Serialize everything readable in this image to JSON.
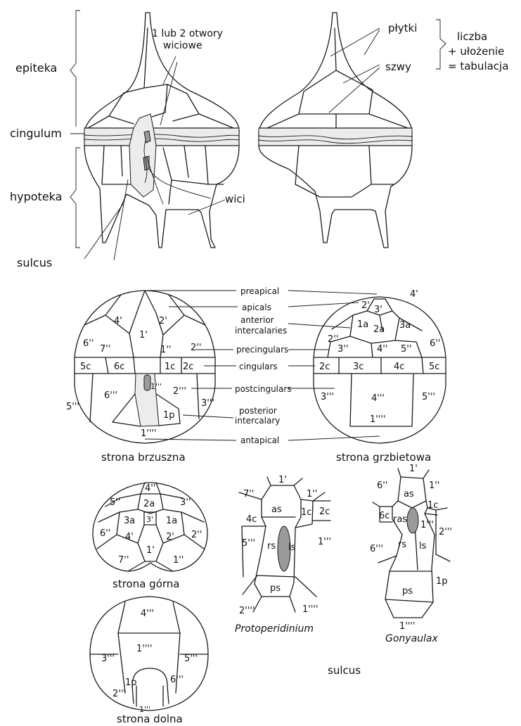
{
  "labels": {
    "epiteka": "epiteka",
    "cingulum": "cingulum",
    "hypoteka": "hypoteka",
    "sulcus_left": "sulcus",
    "otwory_1": "1 lub 2 otwory",
    "otwory_2": "wiciowe",
    "wici": "wici",
    "plytki": "płytki",
    "szwy": "szwy",
    "tab_1": "liczba",
    "tab_2": "+ ułożenie",
    "tab_3": "= tabulacja"
  },
  "terms": [
    "preapical",
    "apicals",
    "anterior",
    "intercalaries",
    "precingulars",
    "cingulars",
    "postcingulars",
    "posterior",
    "intercalary",
    "antapical"
  ],
  "views": {
    "ventral": "strona brzuszna",
    "dorsal": "strona grzbietowa",
    "top": "strona górna",
    "bottom": "strona dolna",
    "sulcus": "sulcus"
  },
  "genera": [
    "Protoperidinium",
    "Gonyaulax"
  ],
  "plates": {
    "ventral": [
      "4'",
      "1'",
      "2'",
      "6''",
      "7''",
      "1''",
      "2''",
      "5c",
      "6c",
      "1c",
      "2c",
      "1'''",
      "6'''",
      "2'''",
      "5'''",
      "3'''",
      "1p",
      "1''''"
    ],
    "dorsal": [
      "4'",
      "2'",
      "3'",
      "1a",
      "2a",
      "3a",
      "2''",
      "3''",
      "4''",
      "5''",
      "6''",
      "2c",
      "3c",
      "4c",
      "5c",
      "3'''",
      "4'''",
      "5'''",
      "1''''"
    ],
    "top": [
      "4''",
      "5''",
      "3''",
      "2a",
      "3a",
      "3'",
      "1a",
      "6''",
      "4'",
      "2'",
      "2''",
      "1'",
      "7''",
      "1''"
    ],
    "bottom": [
      "4'''",
      "3'''",
      "1''''",
      "5'''",
      "1p",
      "2'''",
      "6'''",
      "1'''"
    ],
    "proto": [
      "1'",
      "7''",
      "1''",
      "as",
      "4c",
      "1c",
      "2c",
      "5'''",
      "rs",
      "ls",
      "1'''",
      "ps",
      "2''''",
      "1''''"
    ],
    "gony": [
      "1'",
      "6''",
      "1''",
      "as",
      "6c",
      "ras",
      "1c",
      "1'''",
      "2'''",
      "rs",
      "ls",
      "6'''",
      "1p",
      "ps",
      "1''''"
    ]
  }
}
